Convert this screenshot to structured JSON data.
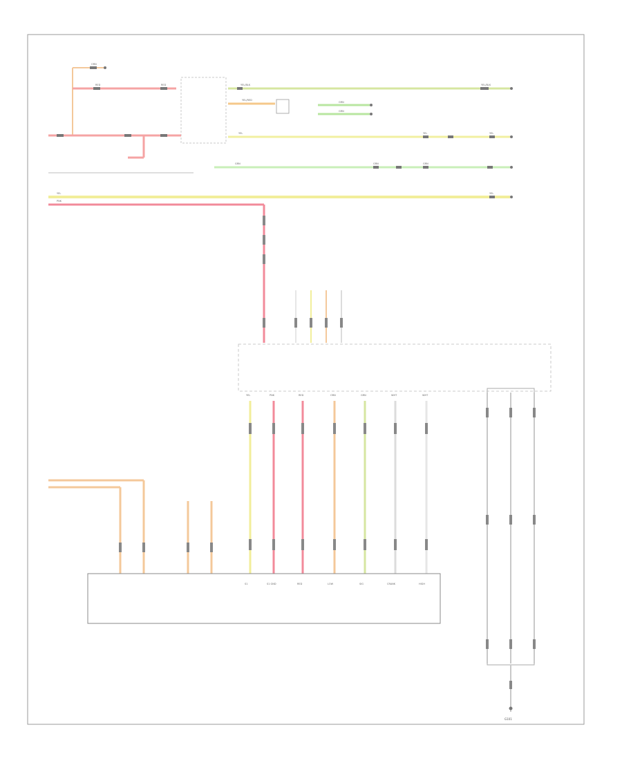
{
  "wires": [
    {
      "id": "w1",
      "color": "#f5a3a3",
      "labels": [
        "RED",
        "RED"
      ]
    },
    {
      "id": "w2",
      "color": "#f4c89a",
      "labels": [
        "ORN"
      ]
    },
    {
      "id": "w3",
      "color": "#d6e6a0",
      "labels": [
        "YEL/BLK",
        "YEL/BLK"
      ]
    },
    {
      "id": "w4",
      "color": "#f5c88a",
      "labels": [
        "YEL/RED"
      ]
    },
    {
      "id": "w5",
      "color": "#b8e6a0",
      "labels": [
        "GRN",
        "GRN"
      ]
    },
    {
      "id": "w6",
      "color": "#f2f0a0",
      "labels": [
        "YEL",
        "YEL",
        "YEL"
      ]
    },
    {
      "id": "w7",
      "color": "#c8efb8",
      "labels": [
        "GRN",
        "GRN",
        "GRN"
      ]
    },
    {
      "id": "w8",
      "color": "#f2ee9a",
      "labels": [
        "YEL",
        "YEL"
      ]
    },
    {
      "id": "w9",
      "color": "#f28a9a",
      "labels": [
        "PNK"
      ]
    }
  ],
  "module_pins": [
    "YEL",
    "PNK",
    "RED",
    "ORN",
    "GRN",
    "WHT",
    "WHT"
  ],
  "lower_pins": [
    "S1",
    "S1 GND",
    "RED",
    "LOW",
    "SIG",
    "CRANK",
    "HIGH"
  ],
  "ground_label": "G101"
}
